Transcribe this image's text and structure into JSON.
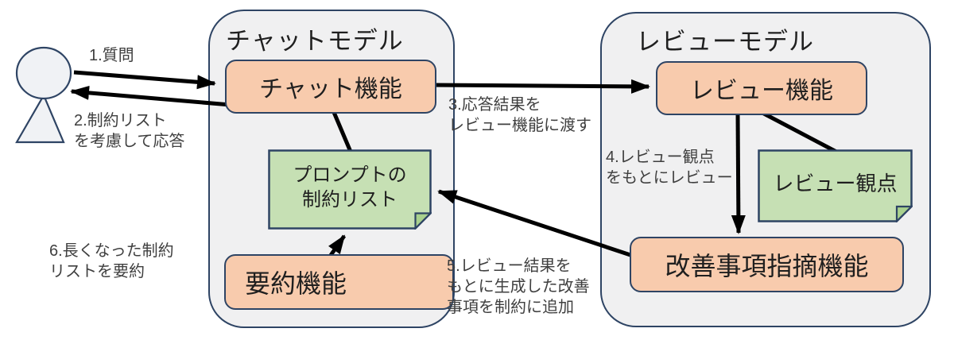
{
  "chat_model": {
    "title": "チャットモデル",
    "chat_function": "チャット機能",
    "summary_function": "要約機能",
    "prompt_note_line1": "プロンプトの",
    "prompt_note_line2": "制約リスト"
  },
  "review_model": {
    "title": "レビューモデル",
    "review_function": "レビュー機能",
    "viewpoint_note": "レビュー観点",
    "improvement_function": "改善事項指摘機能"
  },
  "flow_labels": {
    "step1": "1.質問",
    "step2_line1": "2.制約リスト",
    "step2_line2": "を考慮して応答",
    "step3_line1": "3.応答結果を",
    "step3_line2": "レビュー機能に渡す",
    "step4_line1": "4.レビュー観点",
    "step4_line2": "をもとにレビュー",
    "step5_line1": "5.レビュー結果を",
    "step5_line2": "もとに生成した改善",
    "step5_line3": "事項を制約に追加",
    "step6_line1": "6.長くなった制約",
    "step6_line2": "リストを要約"
  },
  "colors": {
    "container_fill": "#f0f0f1",
    "shape_border": "#2e4464",
    "function_fill": "#f8cbad",
    "note_fill": "#c6e0b4",
    "note_fold": "#a9d18e",
    "arrow": "#000000",
    "label_text": "#3f3f3f",
    "actor_fill": "#f0f2f5"
  }
}
